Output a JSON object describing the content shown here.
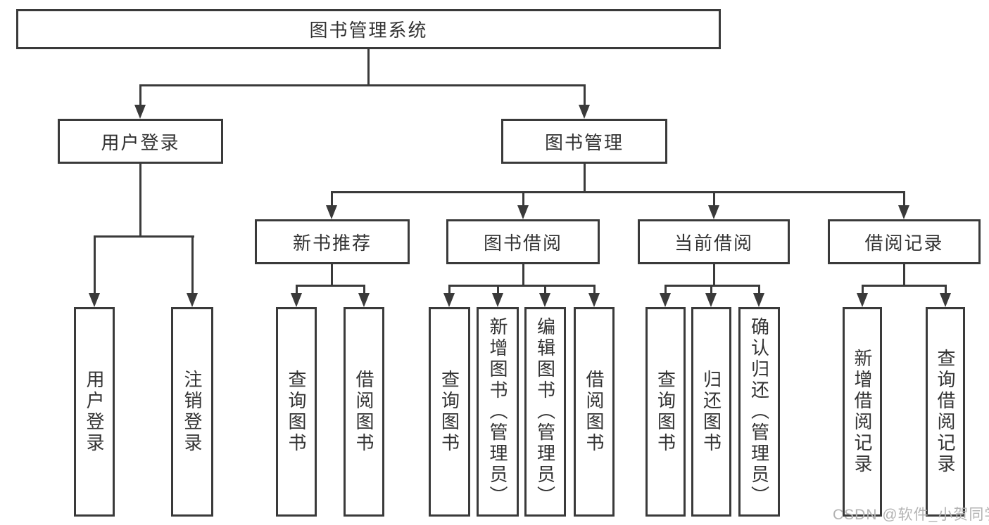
{
  "diagram_title": "图书管理系统",
  "watermark": "CSDN @软件_小贺同学",
  "colors": {
    "line": "#3a3a3a",
    "text": "#333333",
    "background": "#ffffff",
    "watermark": "#b3b3b3"
  },
  "nodes": {
    "root": {
      "label": "图书管理系统"
    },
    "level1": [
      {
        "label": "用户登录",
        "parent": "图书管理系统"
      },
      {
        "label": "图书管理",
        "parent": "图书管理系统"
      }
    ],
    "level2": [
      {
        "label": "新书推荐",
        "parent": "图书管理"
      },
      {
        "label": "图书借阅",
        "parent": "图书管理"
      },
      {
        "label": "当前借阅",
        "parent": "图书管理"
      },
      {
        "label": "借阅记录",
        "parent": "图书管理"
      }
    ],
    "leaves": [
      {
        "label": "用户登录",
        "parent": "用户登录"
      },
      {
        "label": "注销登录",
        "parent": "用户登录"
      },
      {
        "label": "查询图书",
        "parent": "新书推荐"
      },
      {
        "label": "借阅图书",
        "parent": "新书推荐"
      },
      {
        "label": "查询图书",
        "parent": "图书借阅"
      },
      {
        "label": "新增图书（管理员）",
        "parent": "图书借阅"
      },
      {
        "label": "编辑图书（管理员）",
        "parent": "图书借阅"
      },
      {
        "label": "借阅图书",
        "parent": "图书借阅"
      },
      {
        "label": "查询图书",
        "parent": "当前借阅"
      },
      {
        "label": "归还图书",
        "parent": "当前借阅"
      },
      {
        "label": "确认归还（管理员）",
        "parent": "当前借阅"
      },
      {
        "label": "新增借阅记录",
        "parent": "借阅记录"
      },
      {
        "label": "查询借阅记录",
        "parent": "借阅记录"
      }
    ]
  }
}
